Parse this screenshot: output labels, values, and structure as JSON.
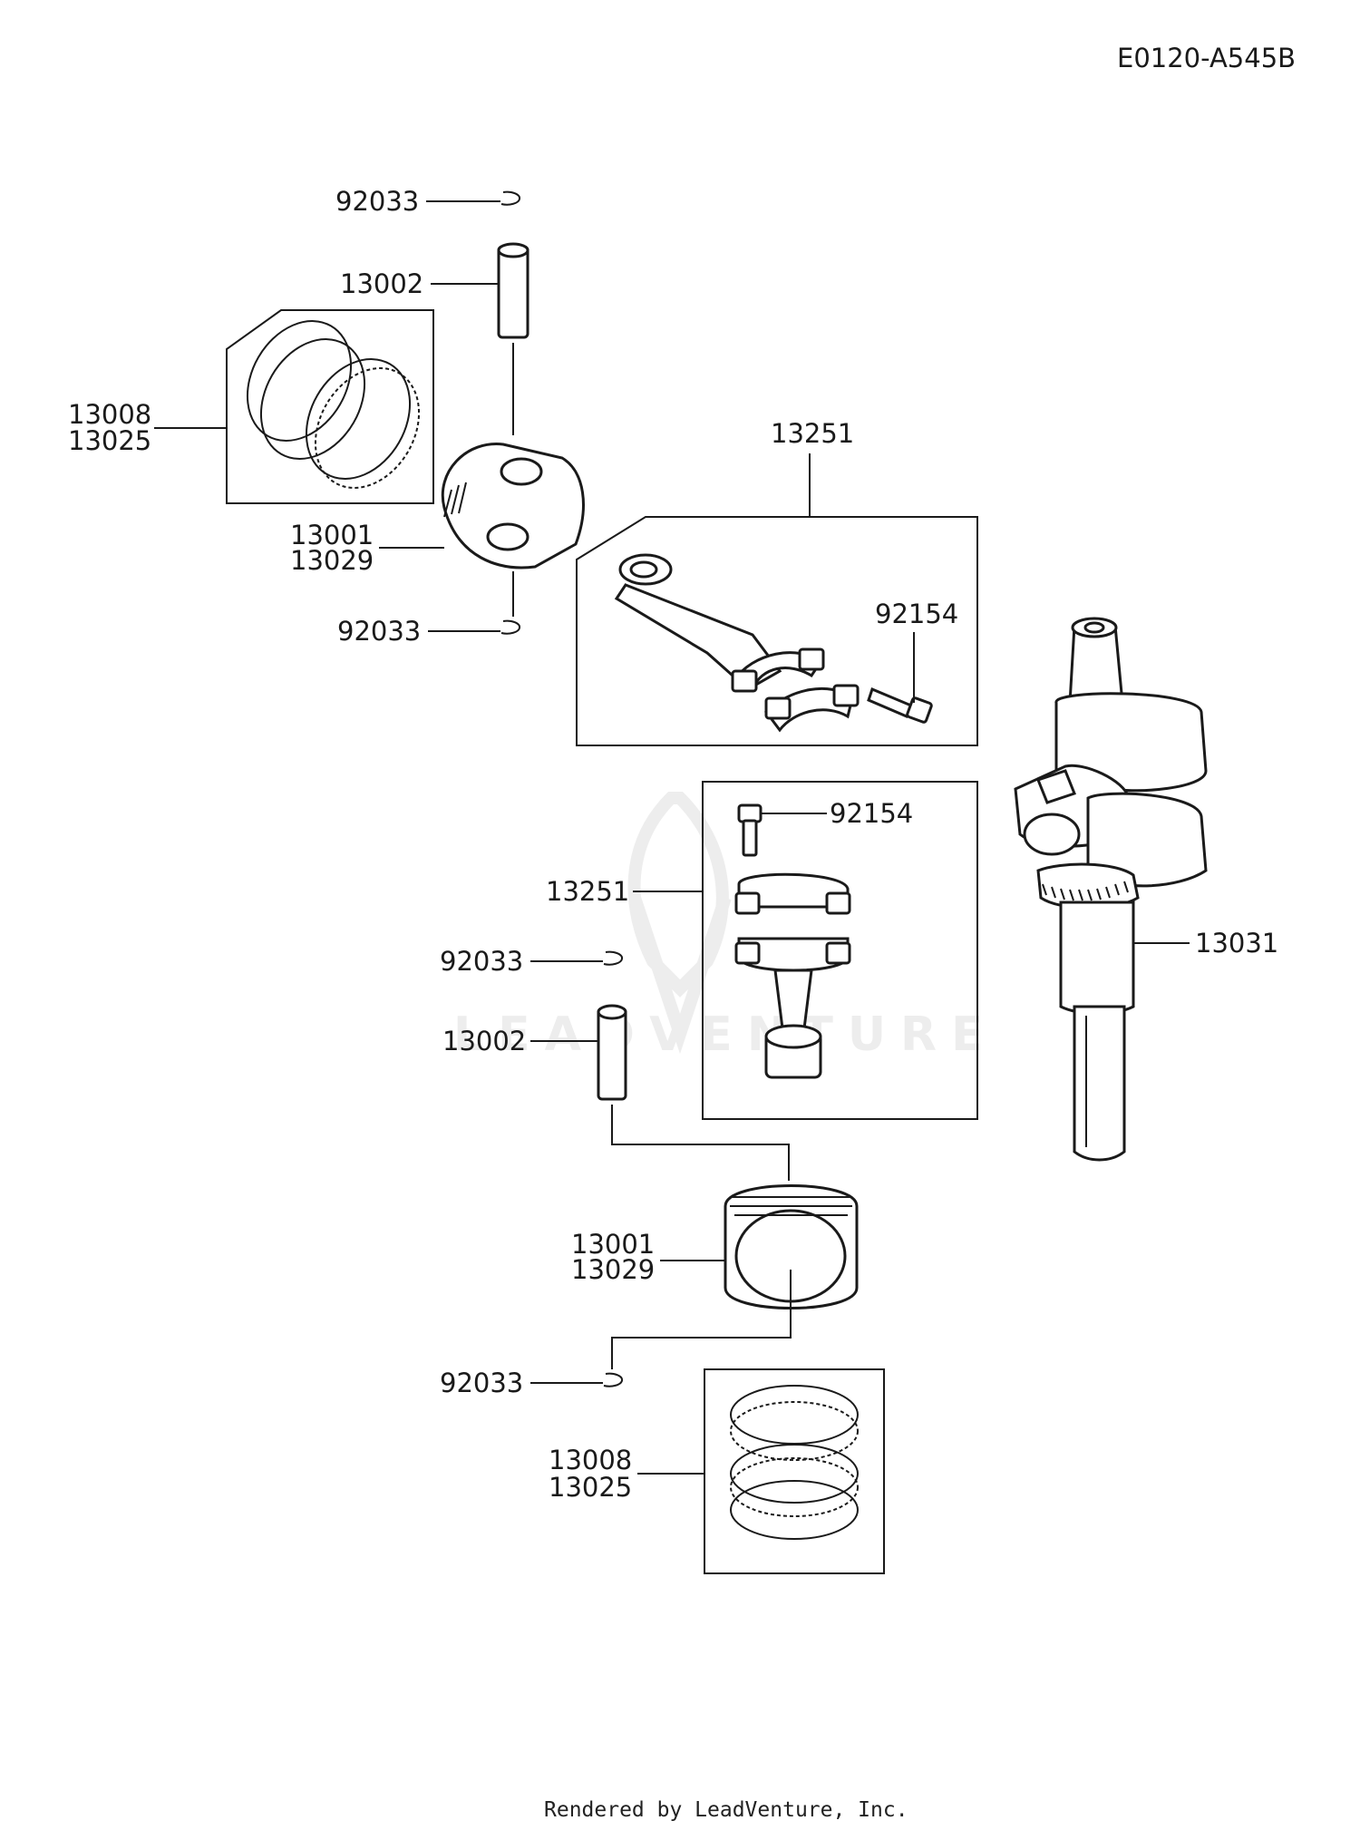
{
  "diagram_code": "E0120-A545B",
  "footer": "Rendered by LeadVenture, Inc.",
  "watermark": "LEADVENTURE",
  "labels": {
    "circlip_top_upper": "92033",
    "pin_top": "13002",
    "rings_top_a": "13008",
    "rings_top_b": "13025",
    "conrod_top": "13251",
    "piston_top_a": "13001",
    "piston_top_b": "13029",
    "bolt_top": "92154",
    "circlip_top_lower": "92033",
    "bolt_bottom": "92154",
    "conrod_bottom": "13251",
    "crankshaft": "13031",
    "circlip_bottom_upper": "92033",
    "pin_bottom": "13002",
    "piston_bottom_a": "13001",
    "piston_bottom_b": "13029",
    "circlip_bottom_lower": "92033",
    "rings_bottom_a": "13008",
    "rings_bottom_b": "13025"
  }
}
